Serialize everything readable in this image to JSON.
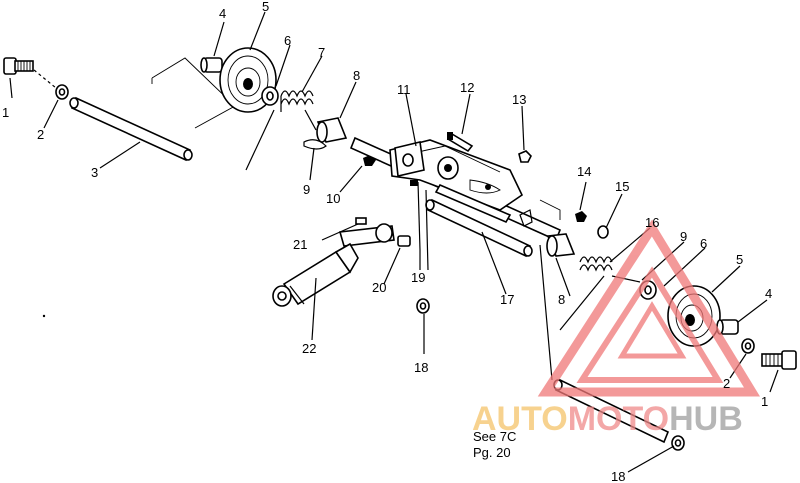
{
  "callouts": {
    "c1a": "1",
    "c2a": "2",
    "c3": "3",
    "c4a": "4",
    "c5a": "5",
    "c6a": "6",
    "c7": "7",
    "c8a": "8",
    "c9a": "9",
    "c10": "10",
    "c11": "11",
    "c12": "12",
    "c13": "13",
    "c14": "14",
    "c15": "15",
    "c16": "16",
    "c9b": "9",
    "c6b": "6",
    "c5b": "5",
    "c4b": "4",
    "c17": "17",
    "c8b": "8",
    "c19": "19",
    "c20": "20",
    "c21": "21",
    "c22": "22",
    "c18a": "18",
    "c18b": "18",
    "c2b": "2",
    "c1b": "1"
  },
  "note": {
    "line1": "See 7C",
    "line2": "Pg. 20"
  },
  "watermark": {
    "text_a": "AUTO",
    "text_b": "MOTO",
    "text_c": "HUB",
    "color_a": "#f5c46a",
    "color_b": "#f08a8a",
    "color_c": "#9e9e9e",
    "triangle_color": "#f07878"
  }
}
